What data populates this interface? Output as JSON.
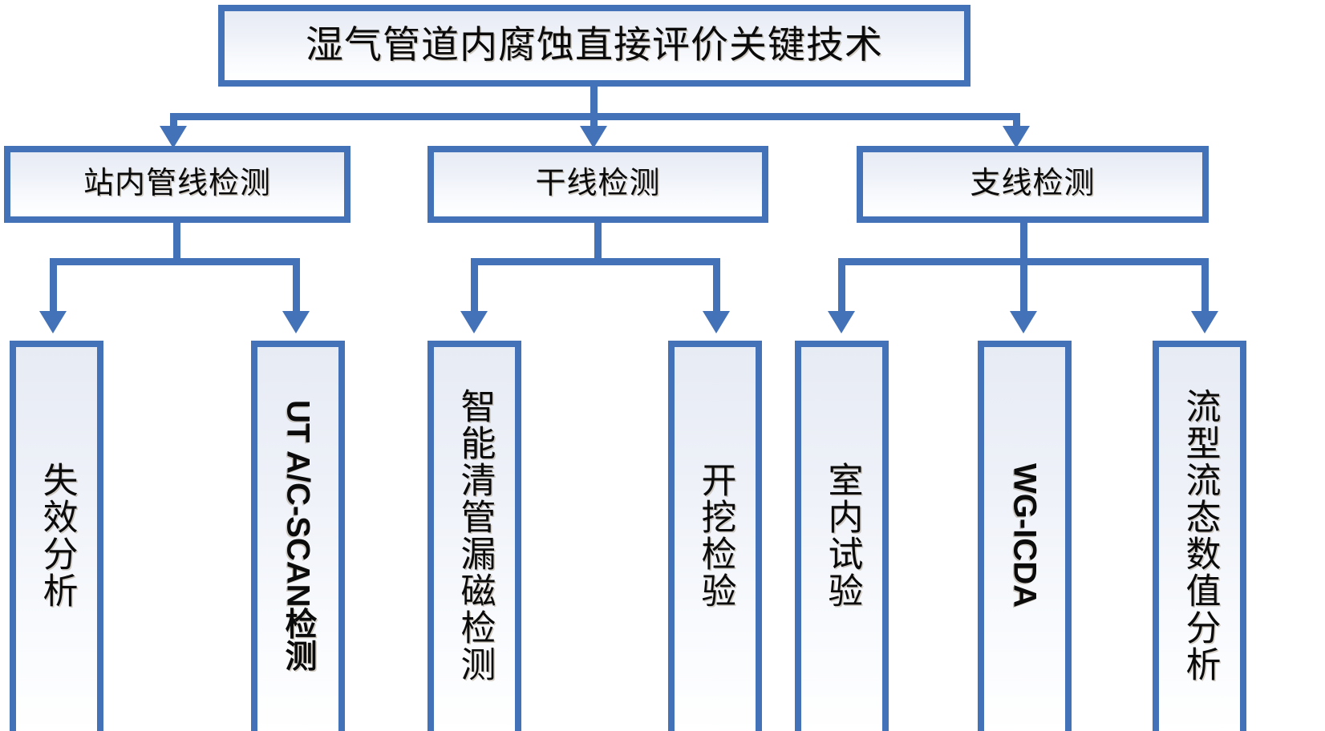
{
  "diagram": {
    "type": "tree-flowchart",
    "title_node": {
      "label": "湿气管道内腐蚀直接评价关键技术"
    },
    "level2": [
      {
        "id": "station",
        "label": "站内管线检测"
      },
      {
        "id": "trunk",
        "label": "干线检测"
      },
      {
        "id": "branch",
        "label": "支线检测"
      }
    ],
    "leaves": [
      {
        "id": "failure-analysis",
        "label": "失效分析",
        "parent": "station",
        "script": "cjk"
      },
      {
        "id": "ut-ac-scan",
        "label": "UT A/C-SCAN检测",
        "parent": "station",
        "script": "mixed"
      },
      {
        "id": "smart-pig-mfl",
        "label": "智能清管漏磁检测",
        "parent": "trunk",
        "script": "cjk"
      },
      {
        "id": "excavation",
        "label": "开挖检验",
        "parent": "trunk",
        "script": "cjk"
      },
      {
        "id": "lab-test",
        "label": "室内试验",
        "parent": "branch",
        "script": "cjk"
      },
      {
        "id": "wg-icda",
        "label": "WG-ICDA",
        "parent": "branch",
        "script": "latin"
      },
      {
        "id": "flow-regime",
        "label": "流型流态数值分析",
        "parent": "branch",
        "script": "cjk"
      }
    ],
    "colors": {
      "border": "#4472B8",
      "connector": "#4472B8",
      "fill_top": "#e7ebf4",
      "fill_bottom": "#ffffff",
      "text": "#0b0b0b",
      "background": "#ffffff"
    }
  }
}
